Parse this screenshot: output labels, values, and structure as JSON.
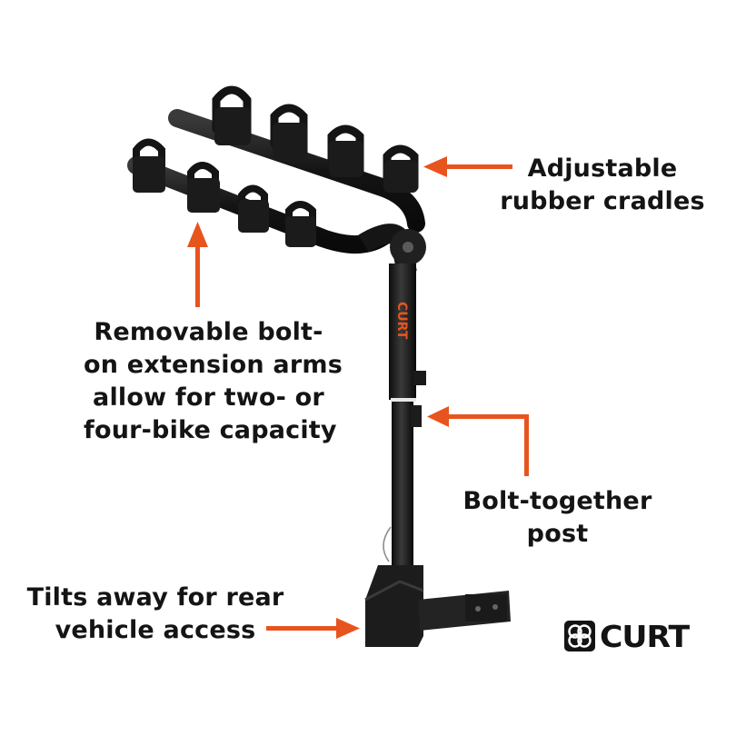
{
  "callouts": {
    "cradles": [
      "Adjustable",
      "rubber cradles"
    ],
    "arms": [
      "Removable bolt-",
      "on extension arms",
      "allow for two- or",
      "four-bike capacity"
    ],
    "post": [
      "Bolt-together",
      "post"
    ],
    "tilt": [
      "Tilts away for rear",
      "vehicle access"
    ]
  },
  "brand": {
    "name": "CURT"
  },
  "icons": {
    "arrow": "arrow-icon",
    "logo": "curt-logo-icon"
  },
  "colors": {
    "arrow": "#e8541e",
    "accent": "#e8541e",
    "text": "#141414",
    "product": "#1b1b1b"
  }
}
